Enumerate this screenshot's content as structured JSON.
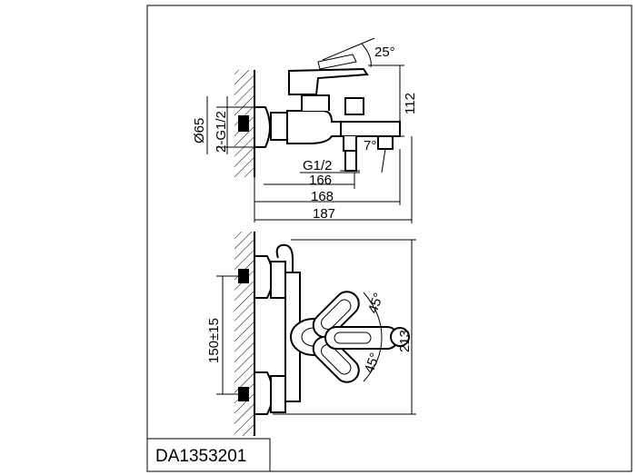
{
  "drawing": {
    "part_code": "DA1353201",
    "side_view": {
      "angle_top": "25°",
      "angle_spout": "7°",
      "height": "112",
      "diameter": "Ø65",
      "thread_inlet": "2-G1/2",
      "thread_outlet": "G1/2",
      "length_1": "166",
      "length_2": "168",
      "length_3": "187"
    },
    "front_view": {
      "center_distance": "150±15",
      "angle_upper": "45°",
      "angle_lower": "45°",
      "height": "213"
    }
  }
}
